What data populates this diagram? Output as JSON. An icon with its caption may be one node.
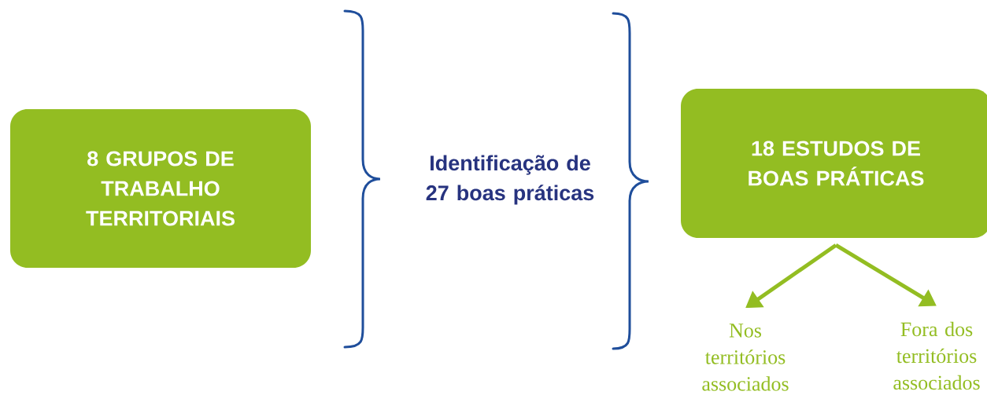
{
  "diagram": {
    "nodes": [
      {
        "text": [
          "8 GRUPOS DE TRABALHO TERRITORIAIS"
        ]
      },
      {
        "text": [
          "18 ESTUDOS DE BOAS PRÁTICAS"
        ]
      },
      {
        "text": [
          "Nos territórios associados"
        ]
      },
      {
        "text": [
          "Fora dos territórios associados"
        ]
      }
    ],
    "edges": [
      {
        "from": 1,
        "to": 2,
        "arrow": "to"
      },
      {
        "from": 1,
        "to": 3,
        "arrow": "to"
      }
    ],
    "labels": [
      "Identificação de 27 boas práticas"
    ]
  }
}
